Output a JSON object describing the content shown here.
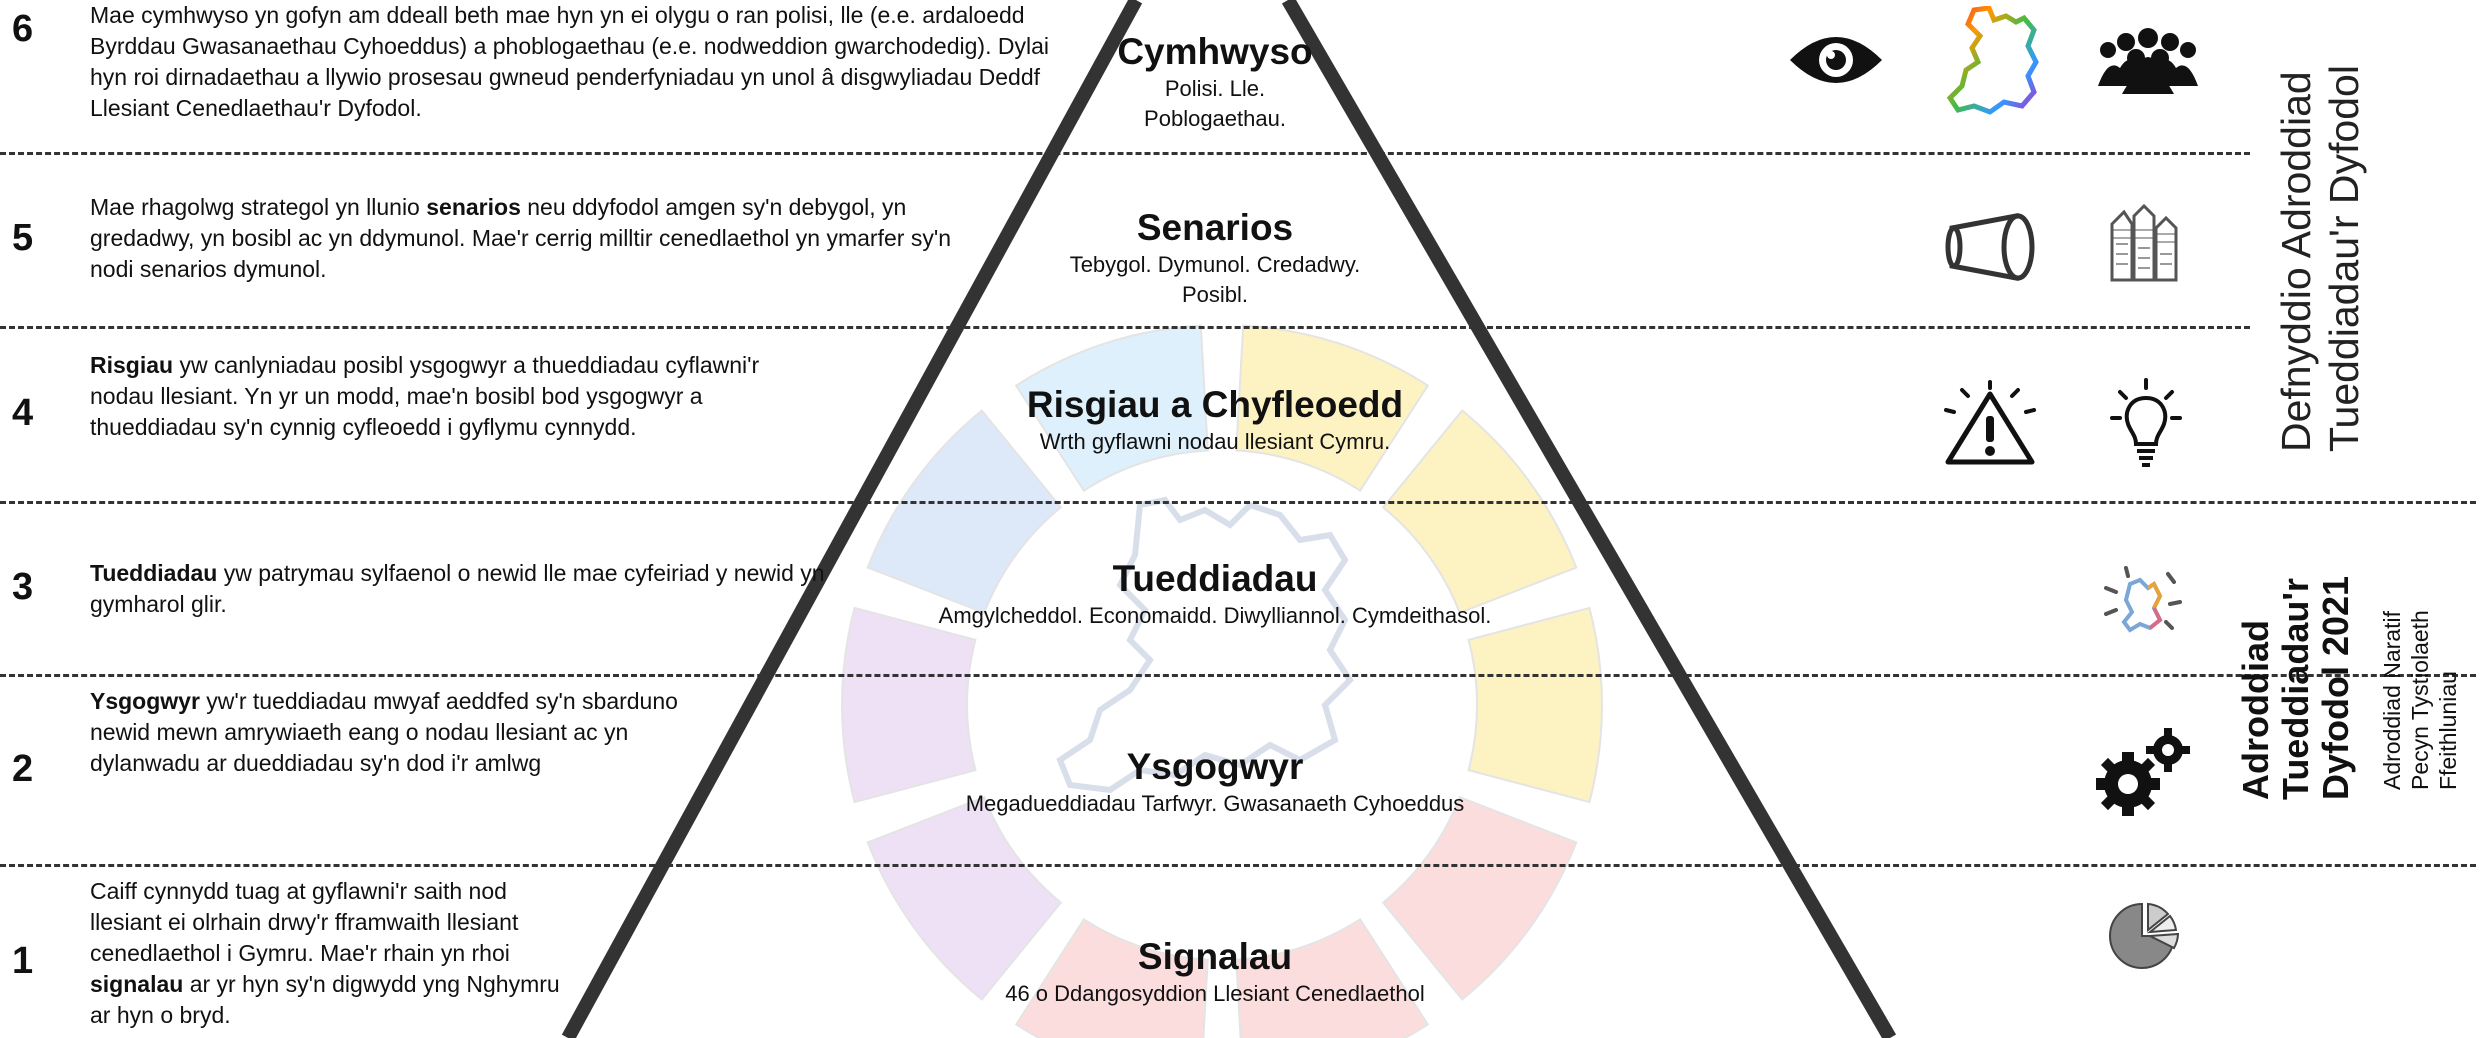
{
  "levels": [
    {
      "num": "6",
      "desc_html": "Mae cymhwyso yn gofyn am ddeall beth mae hyn yn ei olygu o ran polisi, lle (e.e. ardaloedd Byrddau Gwasanaethau Cyhoeddus) a phoblogaethau (e.e. nodweddion gwarchodedig). Dylai hyn roi dirnadaethau a llywio prosesau gwneud penderfyniadau yn unol â disgwyliadau Deddf Llesiant Cenedlaethau'r Dyfodol.",
      "title": "Cymhwyso",
      "subtitle": "Polisi. Lle. Poblogaethau."
    },
    {
      "num": "5",
      "desc_html": "Mae rhagolwg strategol yn llunio <b>senarios</b> neu ddyfodol amgen sy'n debygol, yn gredadwy, yn bosibl ac yn ddymunol. Mae'r cerrig milltir cenedlaethol yn ymarfer sy'n nodi senarios dymunol.",
      "title": "Senarios",
      "subtitle": "Tebygol. Dymunol. Credadwy. Posibl."
    },
    {
      "num": "4",
      "desc_html": "<b>Risgiau</b> yw canlyniadau posibl ysgogwyr a thueddiadau cyflawni'r nodau llesiant. Yn yr un modd, mae'n bosibl bod ysgogwyr a thueddiadau sy'n cynnig cyfleoedd i gyflymu cynnydd.",
      "title": "Risgiau a Chyfleoedd",
      "subtitle": "Wrth gyflawni nodau llesiant Cymru."
    },
    {
      "num": "3",
      "desc_html": "<b>Tueddiadau</b> yw patrymau sylfaenol o newid lle mae cyfeiriad y newid yn gymharol glir.",
      "title": "Tueddiadau",
      "subtitle": "Amgylcheddol. Economaidd. Diwylliannol. Cymdeithasol."
    },
    {
      "num": "2",
      "desc_html": "<b>Ysgogwyr</b> yw'r tueddiadau mwyaf aeddfed sy'n sbarduno newid mewn amrywiaeth eang o nodau llesiant ac yn dylanwadu ar dueddiadau sy'n dod i'r amlwg",
      "title": "Ysgogwyr",
      "subtitle": "Megadueddiadau Tarfwyr. Gwasanaeth Cyhoeddus"
    },
    {
      "num": "1",
      "desc_html": "Caiff cynnydd tuag at gyflawni'r saith nod llesiant ei olrhain drwy'r fframwaith llesiant cenedlaethol i Gymru. Mae'r rhain yn rhoi <b>signalau</b> ar yr hyn sy'n digwydd yng Nghymru ar hyn o bryd.",
      "title": "Signalau",
      "subtitle": "46 o Ddangosyddion Llesiant Cenedlaethol"
    }
  ],
  "side_upper": {
    "line1": "Defnyddio Adroddiad",
    "line2": "Tueddiadau'r Dyfodol"
  },
  "side_lower": {
    "bold1": "Adroddiad",
    "bold2": "Tueddiadau'r",
    "bold3": "Dyfodol 2021",
    "sub1": "Adroddiad Naratif",
    "sub2": "Pecyn Tystiolaeth",
    "sub3": "Ffeithluniau"
  },
  "wheel_colors": [
    "#d8eefb",
    "#fdf0b8",
    "#fdf0b8",
    "#fdf0b8",
    "#fcd8d8",
    "#fcd8d8",
    "#fcd8d8",
    "#ecdcf5",
    "#ecdcf5",
    "#d8e4f8"
  ],
  "icons": [
    "eye-icon",
    "rainbow-wales-map-icon",
    "people-group-icon",
    "telescope-icon",
    "future-buildings-icon",
    "warning-icon",
    "lightbulb-icon",
    "wales-trends-icon",
    "gears-icon",
    "pie-chart-icon"
  ]
}
